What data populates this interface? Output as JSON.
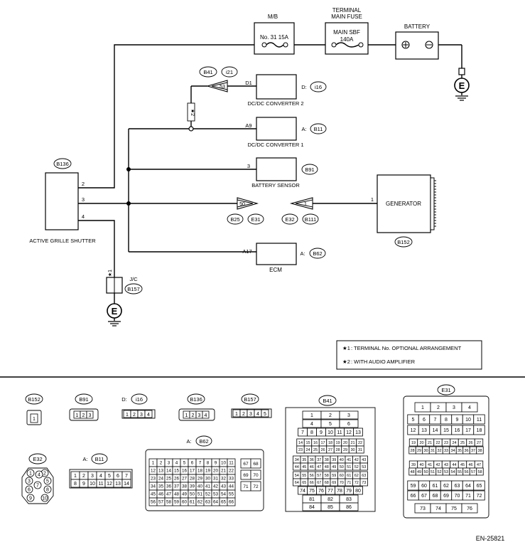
{
  "components": {
    "mb": {
      "label": "M/B",
      "fuse": "No. 31  15A"
    },
    "main_fuse": {
      "label_1": "TERMINAL",
      "label_2": "MAIN FUSE",
      "fuse_1": "MAIN SBF",
      "fuse_2": "140A"
    },
    "battery": {
      "label": "BATTERY",
      "plus": "⊕",
      "minus": "⊖"
    },
    "ground": "E",
    "dcdc2": {
      "label": "DC/DC CONVERTER 2",
      "pin": "D1",
      "conn": "D:",
      "conn_id": "i16"
    },
    "connector_b41": {
      "id": "B41",
      "id2": "i21",
      "pin": "53"
    },
    "star2": "★2",
    "dcdc1": {
      "label": "DC/DC CONVERTER 1",
      "pin": "A9",
      "conn": "A:",
      "conn_id": "B11"
    },
    "battery_sensor": {
      "label": "BATTERY SENSOR",
      "pin": "3",
      "conn_id": "B91"
    },
    "grille": {
      "label": "ACTIVE GRILLE SHUTTER",
      "conn_id": "B136",
      "pin_2": "2",
      "pin_3": "3",
      "pin_4": "4"
    },
    "e31_conn": {
      "pin": "50",
      "id": "B25",
      "id2": "E31"
    },
    "e32_conn": {
      "pin": "1",
      "id": "E32",
      "id2": "B111"
    },
    "generator": {
      "label": "GENERATOR",
      "pin": "1",
      "conn_id": "B152"
    },
    "ecm": {
      "label": "ECM",
      "pin": "A17",
      "conn": "A:",
      "conn_id": "B62"
    },
    "jc": {
      "label": "J/C",
      "conn_id": "B157",
      "star": "★1"
    }
  },
  "legend": [
    {
      "mark": "★1",
      "text": ": TERMINAL No. OPTIONAL ARRANGEMENT"
    },
    {
      "mark": "★2",
      "text": ": WITH AUDIO AMPLIFIER"
    }
  ],
  "connector_views": {
    "b152": {
      "id": "B152",
      "pins": [
        "1"
      ]
    },
    "b91": {
      "id": "B91",
      "pins": [
        "1",
        "2",
        "3"
      ]
    },
    "i16": {
      "prefix": "D:",
      "id": "i16",
      "pins": [
        "1",
        "2",
        "3",
        "4"
      ]
    },
    "b136": {
      "id": "B136",
      "pins": [
        "1",
        "2",
        "3",
        "4"
      ]
    },
    "b157": {
      "id": "B157",
      "pins": [
        "1",
        "2",
        "3",
        "4",
        "5"
      ]
    },
    "b41": {
      "id": "B41",
      "rows": [
        [
          "1",
          "2",
          "3"
        ],
        [
          "4",
          "5",
          "6"
        ],
        [
          "7",
          "8",
          "9",
          "10",
          "11",
          "12",
          "13"
        ],
        [
          "14",
          "15",
          "16",
          "17",
          "18",
          "19",
          "20",
          "21",
          "22"
        ],
        [
          "23",
          "24",
          "25",
          "26",
          "27",
          "28",
          "29",
          "30",
          "31"
        ],
        [
          "34",
          "35",
          "36",
          "37",
          "38",
          "39",
          "40",
          "41",
          "42",
          "43"
        ],
        [
          "44",
          "45",
          "46",
          "47",
          "48",
          "49",
          "50",
          "51",
          "52",
          "53"
        ],
        [
          "54",
          "55",
          "56",
          "57",
          "58",
          "59",
          "60",
          "61",
          "62",
          "63"
        ],
        [
          "64",
          "65",
          "66",
          "67",
          "68",
          "69",
          "70",
          "71",
          "72",
          "73"
        ],
        [
          "74",
          "75",
          "76",
          "77",
          "78",
          "79",
          "80"
        ],
        [
          "81",
          "82",
          "83"
        ],
        [
          "84",
          "85",
          "86"
        ]
      ]
    },
    "e31": {
      "id": "E31",
      "rows": [
        [
          "1",
          "2",
          "3",
          "4"
        ],
        [
          "5",
          "6",
          "7",
          "8",
          "9",
          "10",
          "11"
        ],
        [
          "12",
          "13",
          "14",
          "15",
          "16",
          "17",
          "18"
        ],
        [
          "19",
          "20",
          "21",
          "22",
          "23",
          "24",
          "25",
          "26",
          "27"
        ],
        [
          "28",
          "29",
          "30",
          "31",
          "32",
          "33",
          "34",
          "35",
          "36",
          "37",
          "38"
        ],
        [
          "39",
          "40",
          "41",
          "42",
          "43",
          "44",
          "45",
          "46",
          "47"
        ],
        [
          "48",
          "49",
          "50",
          "51",
          "52",
          "53",
          "54",
          "55",
          "56",
          "57",
          "58"
        ],
        [
          "59",
          "60",
          "61",
          "62",
          "63",
          "64",
          "65"
        ],
        [
          "66",
          "67",
          "68",
          "69",
          "70",
          "71",
          "72"
        ],
        [
          "73",
          "74",
          "75",
          "76"
        ]
      ]
    },
    "e32": {
      "id": "E32",
      "pins": [
        "1",
        "2",
        "3",
        "4",
        "5",
        "6",
        "7",
        "8",
        "9",
        "10"
      ]
    },
    "b11": {
      "prefix": "A:",
      "id": "B11",
      "rows": [
        [
          "1",
          "2",
          "3",
          "4",
          "5",
          "6",
          "7"
        ],
        [
          "8",
          "9",
          "10",
          "11",
          "12",
          "13",
          "14"
        ]
      ]
    },
    "b62": {
      "prefix": "A:",
      "id": "B62",
      "rows": [
        [
          "1",
          "2",
          "3",
          "4",
          "5",
          "6",
          "7",
          "8",
          "9",
          "10",
          "11"
        ],
        [
          "12",
          "13",
          "14",
          "15",
          "16",
          "17",
          "18",
          "19",
          "20",
          "21",
          "22"
        ],
        [
          "23",
          "24",
          "25",
          "26",
          "27",
          "28",
          "29",
          "30",
          "31",
          "32",
          "33"
        ],
        [
          "34",
          "35",
          "36",
          "37",
          "38",
          "39",
          "40",
          "41",
          "42",
          "43",
          "44"
        ],
        [
          "45",
          "46",
          "47",
          "48",
          "49",
          "50",
          "51",
          "52",
          "53",
          "54",
          "55"
        ],
        [
          "56",
          "57",
          "58",
          "59",
          "60",
          "61",
          "62",
          "63",
          "64",
          "65",
          "66"
        ]
      ],
      "side": [
        [
          "67",
          "68"
        ],
        [
          "69",
          "70"
        ],
        [
          "71",
          "72"
        ]
      ]
    }
  },
  "footer_code": "EN-25821"
}
